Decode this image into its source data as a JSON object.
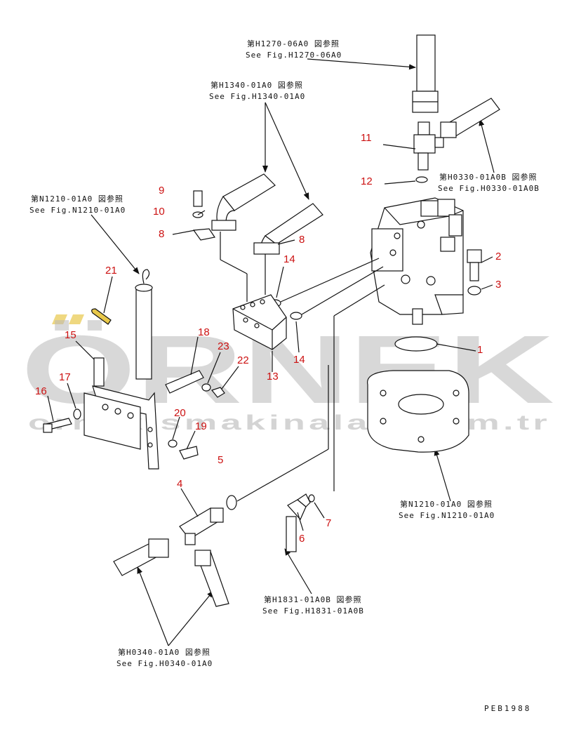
{
  "watermark": {
    "brand": "ÖRNEK",
    "site": "ornekismakinalari.com.tr"
  },
  "figure_code": "PEB1988",
  "references": [
    {
      "id": "h1270",
      "jp": "第H1270-06A0 図参照",
      "en": "See Fig.H1270-06A0"
    },
    {
      "id": "h1340",
      "jp": "第H1340-01A0 図参照",
      "en": "See Fig.H1340-01A0"
    },
    {
      "id": "h0330",
      "jp": "第H0330-01A0B 図参照",
      "en": "See Fig.H0330-01A0B"
    },
    {
      "id": "n1210a",
      "jp": "第N1210-01A0 図参照",
      "en": "See Fig.N1210-01A0"
    },
    {
      "id": "n1210b",
      "jp": "第N1210-01A0 図参照",
      "en": "See Fig.N1210-01A0"
    },
    {
      "id": "h1831",
      "jp": "第H1831-01A0B 図参照",
      "en": "See Fig.H1831-01A0B"
    },
    {
      "id": "h0340",
      "jp": "第H0340-01A0 図参照",
      "en": "See Fig.H0340-01A0"
    }
  ],
  "callouts": [
    "1",
    "2",
    "3",
    "4",
    "5",
    "6",
    "7",
    "8",
    "8",
    "9",
    "10",
    "11",
    "12",
    "13",
    "14",
    "14",
    "15",
    "16",
    "17",
    "18",
    "19",
    "20",
    "21",
    "22",
    "23"
  ],
  "colors": {
    "callout": "#cc1111",
    "watermark": "#b9b9b9",
    "accent": "#e8c84a",
    "line": "#111111"
  }
}
